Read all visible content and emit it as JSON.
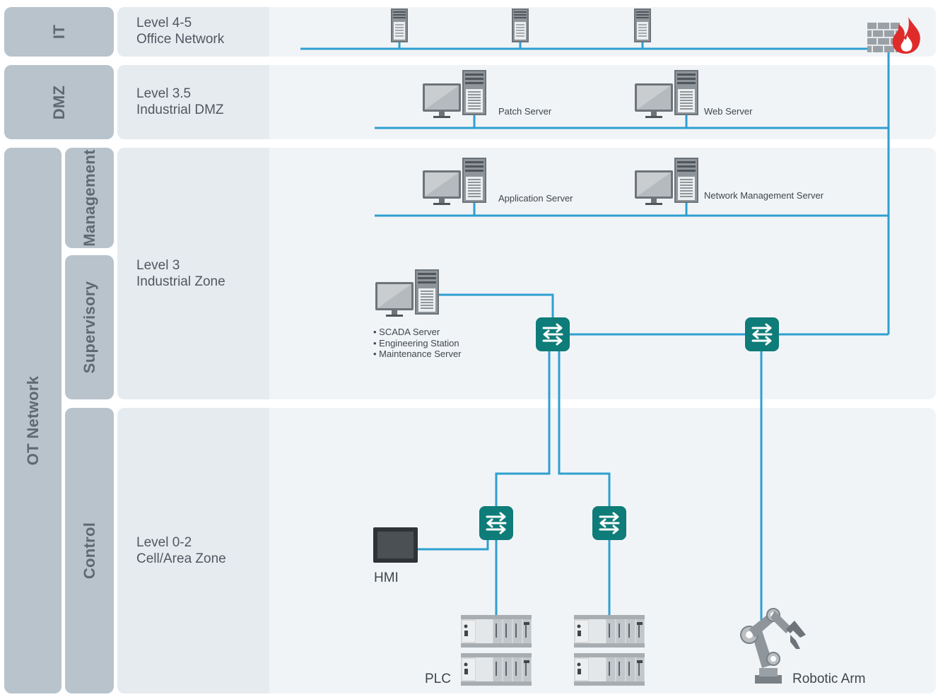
{
  "tabs": {
    "it": "IT",
    "dmz": "DMZ",
    "ot_network": "OT Network",
    "management": "Management",
    "supervisory": "Supervisory",
    "control": "Control"
  },
  "levels": {
    "office": {
      "line1": "Level 4-5",
      "line2": "Office Network"
    },
    "dmz": {
      "line1": "Level 3.5",
      "line2": "Industrial DMZ"
    },
    "industrial": {
      "line1": "Level 3",
      "line2": "Industrial Zone"
    },
    "cell": {
      "line1": "Level 0-2",
      "line2": "Cell/Area Zone"
    }
  },
  "nodes": {
    "patch_server": "Patch Server",
    "web_server": "Web Server",
    "application_server": "Application Server",
    "network_management_server": "Network Management Server",
    "supervisory_items": [
      "SCADA Server",
      "Engineering Station",
      "Maintenance Server"
    ],
    "hmi": "HMI",
    "plc": "PLC",
    "robotic_arm": "Robotic Arm"
  },
  "colors": {
    "link": "#2e9fd1",
    "switch": "#0e7c78",
    "firewall_flame": "#e02b2b",
    "tab": "#b8c3cc",
    "band": "#f1f4f7"
  }
}
